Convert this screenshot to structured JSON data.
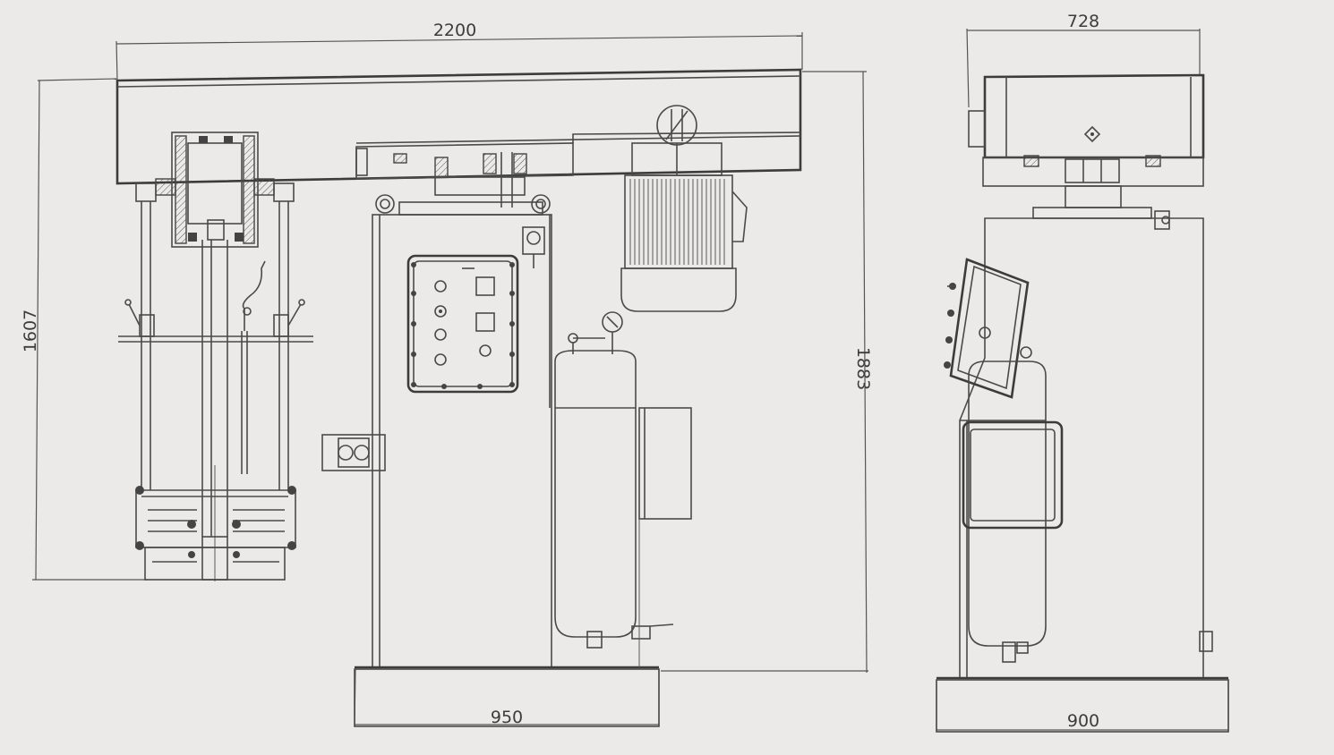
{
  "dimensions": {
    "front_width": "2200",
    "front_height_left": "1607",
    "front_height_right": "1883",
    "front_base_width": "950",
    "side_top_width": "728",
    "side_base_width": "900"
  },
  "colors": {
    "background": "#eceae8",
    "line": "#4a4a4a"
  }
}
